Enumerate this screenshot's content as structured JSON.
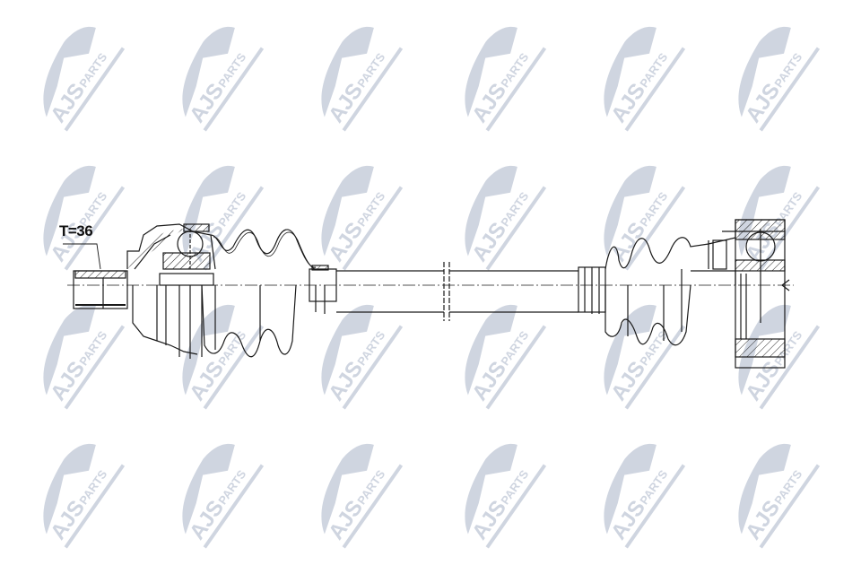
{
  "diagram": {
    "title": "Drive shaft technical drawing",
    "annotation": {
      "text": "T=36",
      "meaning": "spline teeth count"
    },
    "components": [
      "outer CV joint (stub axle, splined)",
      "outer boot",
      "shaft (broken view)",
      "inner boot",
      "inner tripod/CV joint"
    ]
  },
  "watermark": {
    "brand": "AJS",
    "suffix": "PARTS",
    "color": "#cfd5e0",
    "columns": [
      90,
      245,
      400,
      560,
      715,
      865
    ],
    "rows": [
      90,
      245,
      400,
      555
    ]
  },
  "colors": {
    "line": "#1a1a1a",
    "background": "#ffffff"
  }
}
